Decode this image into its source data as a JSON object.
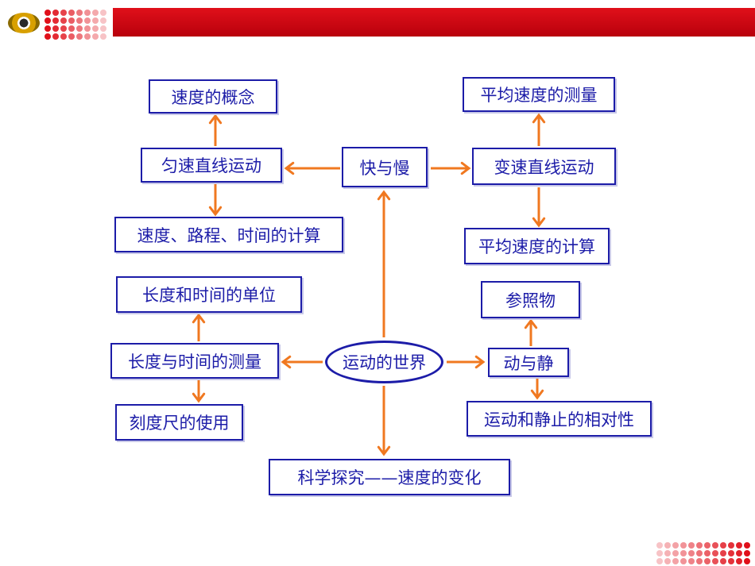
{
  "colors": {
    "accent": "#e0101a",
    "node_border": "#1c1ca8",
    "arrow": "#f07820"
  },
  "header": {
    "logo_icon": "badge-logo-icon"
  },
  "nodes": {
    "center": "运动的世界",
    "kuai_yu_man": "快与慢",
    "yun_su": "匀速直线运动",
    "su_du_gai_nian": "速度的概念",
    "su_du_ji_suan": "速度、路程、时间的计算",
    "bian_su": "变速直线运动",
    "ping_jun_ce_liang": "平均速度的测量",
    "ping_jun_ji_suan": "平均速度的计算",
    "chang_du_ce_liang": "长度与时间的测量",
    "dan_wei": "长度和时间的单位",
    "ke_du_chi": "刻度尺的使用",
    "dong_yu_jing": "动与静",
    "can_zhao_wu": "参照物",
    "xiang_dui_xing": "运动和静止的相对性",
    "ke_xue_tan_jiu": "科学探究——速度的变化"
  }
}
